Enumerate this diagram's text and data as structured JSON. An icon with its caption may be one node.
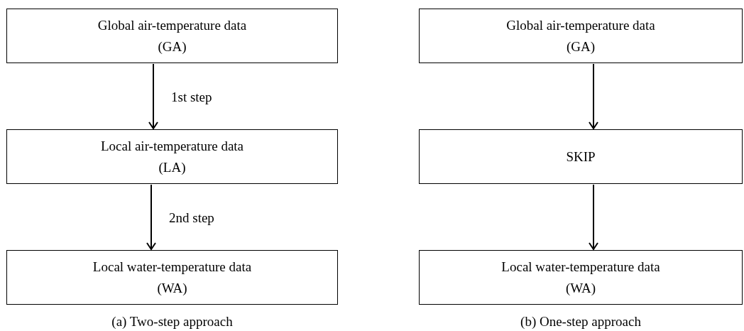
{
  "diagram": {
    "nodes": [
      {
        "text": [
          "Global air-temperature data",
          "(GA)"
        ]
      },
      {
        "text": [
          "Local air-temperature data",
          "(LA)"
        ]
      },
      {
        "text": [
          "Local water-temperature data",
          "(WA)"
        ]
      },
      {
        "text": [
          "Global air-temperature data",
          "(GA)"
        ]
      },
      {
        "text": [
          "SKIP"
        ]
      },
      {
        "text": [
          "Local water-temperature data",
          "(WA)"
        ]
      }
    ],
    "edges": [
      {
        "from": 0,
        "to": 1,
        "arrow": "to",
        "label": "1st step"
      },
      {
        "from": 1,
        "to": 2,
        "arrow": "to",
        "label": "2nd step"
      },
      {
        "from": 3,
        "to": 4,
        "arrow": "to"
      },
      {
        "from": 4,
        "to": 5,
        "arrow": "to"
      }
    ],
    "labels": [
      "(a) Two-step approach",
      "(b) One-step approach"
    ]
  }
}
